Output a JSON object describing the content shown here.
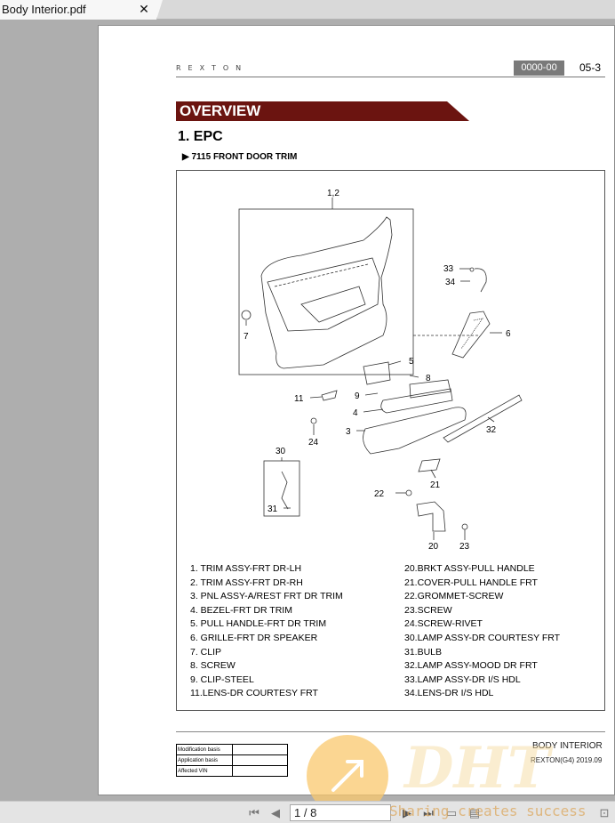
{
  "tab": {
    "title": "Body Interior.pdf",
    "close_glyph": "✕"
  },
  "header": {
    "brand": "REXTON",
    "code": "0000-00",
    "page_ref": "05-3"
  },
  "section": {
    "banner": "OVERVIEW",
    "heading": "1. EPC",
    "subheading": "▶ 7115 FRONT DOOR TRIM"
  },
  "callouts": [
    "1,2",
    "33",
    "34",
    "6",
    "7",
    "5",
    "8",
    "11",
    "9",
    "4",
    "3",
    "32",
    "24",
    "30",
    "21",
    "22",
    "31",
    "20",
    "23"
  ],
  "parts_left": [
    "1. TRIM ASSY-FRT DR-LH",
    "2. TRIM ASSY-FRT DR-RH",
    "3. PNL ASSY-A/REST FRT DR TRIM",
    "4. BEZEL-FRT DR TRIM",
    "5. PULL HANDLE-FRT DR TRIM",
    "6. GRILLE-FRT DR SPEAKER",
    "7. CLIP",
    "8. SCREW",
    "9. CLIP-STEEL",
    "11.LENS-DR COURTESY FRT"
  ],
  "parts_right": [
    "20.BRKT ASSY-PULL HANDLE",
    "21.COVER-PULL HANDLE FRT",
    "22.GROMMET-SCREW",
    "23.SCREW",
    "24.SCREW-RIVET",
    "30.LAMP ASSY-DR COURTESY FRT",
    "31.BULB",
    "32.LAMP ASSY-MOOD DR FRT",
    "33.LAMP ASSY-DR I/S HDL",
    "34.LENS-DR I/S HDL"
  ],
  "footer": {
    "rows": [
      "Modification basis",
      "Application basis",
      "Affected VIN"
    ],
    "title": "BODY INTERIOR",
    "model": "REXTON(G4) 2019.09"
  },
  "toolbar": {
    "page_value": "1 / 8"
  },
  "watermark": {
    "logo": "DHT",
    "text": "Sharing creates success"
  }
}
